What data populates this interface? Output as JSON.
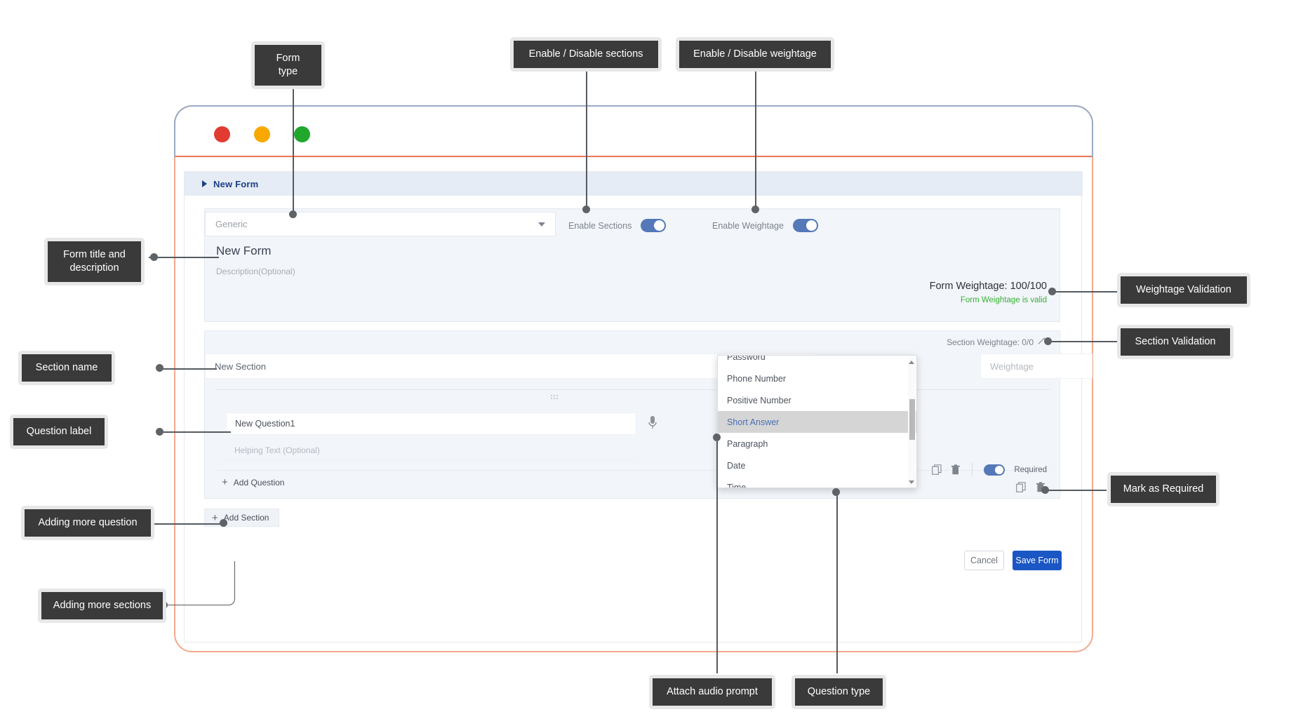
{
  "window": {
    "traffic_lights": [
      "close-red",
      "minimize-amber",
      "maximize-green"
    ]
  },
  "app": {
    "header": {
      "title": "New Form",
      "caret_icon": "caret-right-icon"
    },
    "form_card": {
      "type_select": {
        "value": "Generic",
        "chevron_icon": "chevron-down-icon"
      },
      "enable_sections": {
        "label": "Enable Sections",
        "state": "on"
      },
      "enable_weightage": {
        "label": "Enable Weightage",
        "state": "on"
      },
      "title": "New Form",
      "description_placeholder": "Description(Optional)",
      "weightage_summary": "Form Weightage: 100/100",
      "weightage_valid": "Form Weightage is valid",
      "valid_color": "#35b235"
    },
    "section_card": {
      "section_weightage": "Section Weightage: 0/0",
      "collapse_icon": "chevron-up-icon",
      "section_name": "New Section",
      "section_weightage_placeholder": "Weightage",
      "drag_handle_icon": "drag-handle-icon",
      "question": {
        "label": "New Question1",
        "helping_text_placeholder": "Helping Text (Optional)",
        "mic_icon": "microphone-icon",
        "copy_icon": "copy-icon",
        "delete_icon": "trash-icon",
        "required_label": "Required",
        "required_state": "on"
      },
      "add_question_label": "Add Question",
      "add_question_icon": "plus-icon",
      "section_copy_icon": "copy-icon",
      "section_delete_icon": "trash-icon"
    },
    "add_section_label": "Add Section",
    "add_section_icon": "plus-icon",
    "footer": {
      "cancel_label": "Cancel",
      "save_label": "Save Form",
      "save_color": "#1a56c4"
    },
    "question_type_dropdown": {
      "items": [
        {
          "label": "Password",
          "selected": false
        },
        {
          "label": "Phone Number",
          "selected": false
        },
        {
          "label": "Positive Number",
          "selected": false
        },
        {
          "label": "Short Answer",
          "selected": true
        },
        {
          "label": "Paragraph",
          "selected": false
        },
        {
          "label": "Date",
          "selected": false
        },
        {
          "label": "Time",
          "selected": false
        }
      ],
      "scroll_up_icon": "scroll-up-arrow-icon",
      "scroll_down_icon": "scroll-down-arrow-icon"
    }
  },
  "annotations": [
    {
      "id": "form-type",
      "text": "Form type"
    },
    {
      "id": "enable-disable-sections",
      "text": "Enable / Disable sections"
    },
    {
      "id": "enable-disable-weightage",
      "text": "Enable / Disable weightage"
    },
    {
      "id": "form-title-and-description",
      "text": "Form title and description"
    },
    {
      "id": "weightage-validation",
      "text": "Weightage Validation"
    },
    {
      "id": "section-validation",
      "text": "Section Validation"
    },
    {
      "id": "section-name",
      "text": "Section name"
    },
    {
      "id": "question-label",
      "text": "Question label"
    },
    {
      "id": "mark-as-required",
      "text": "Mark as Required"
    },
    {
      "id": "adding-more-question",
      "text": "Adding more question"
    },
    {
      "id": "adding-more-sections",
      "text": "Adding more sections"
    },
    {
      "id": "attach-audio-prompt",
      "text": "Attach audio prompt"
    },
    {
      "id": "question-type",
      "text": "Question type"
    }
  ]
}
